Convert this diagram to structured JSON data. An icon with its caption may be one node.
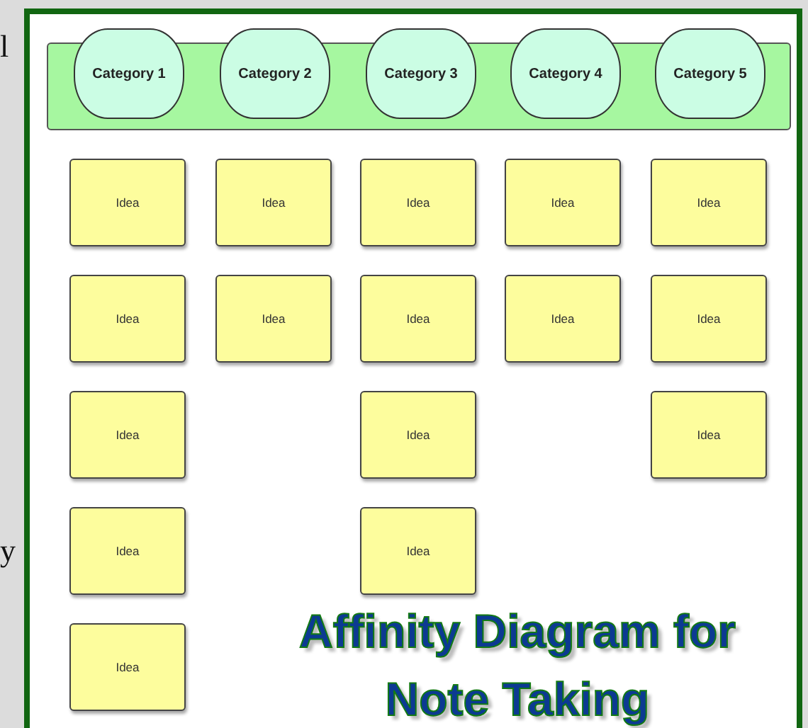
{
  "diagram": {
    "title": "Affinity Diagram for Note Taking",
    "nodes": [
      {
        "text": [],
        "shape": "box"
      },
      {
        "text": [
          "Category 1"
        ],
        "in": 0
      },
      {
        "text": [
          "Category 2"
        ],
        "in": 0
      },
      {
        "text": [
          "Category 3"
        ],
        "in": 0
      },
      {
        "text": [
          "Category 4"
        ],
        "in": 0
      },
      {
        "text": [
          "Category 5"
        ],
        "in": 0
      },
      {
        "text": [
          "Idea"
        ]
      },
      {
        "text": [
          "Idea"
        ]
      },
      {
        "text": [
          "Idea"
        ]
      },
      {
        "text": [
          "Idea"
        ]
      },
      {
        "text": [
          "Idea"
        ]
      },
      {
        "text": [
          "Idea"
        ]
      },
      {
        "text": [
          "Idea"
        ]
      },
      {
        "text": [
          "Idea"
        ]
      },
      {
        "text": [
          "Idea"
        ]
      },
      {
        "text": [
          "Idea"
        ]
      },
      {
        "text": [
          "Idea"
        ]
      },
      {
        "text": [
          "Idea"
        ]
      },
      {
        "text": [
          "Idea"
        ]
      },
      {
        "text": [
          "Idea"
        ]
      },
      {
        "text": [
          "Idea"
        ]
      },
      {
        "text": [
          "Idea"
        ]
      }
    ],
    "labels": [
      "l",
      "y"
    ]
  }
}
